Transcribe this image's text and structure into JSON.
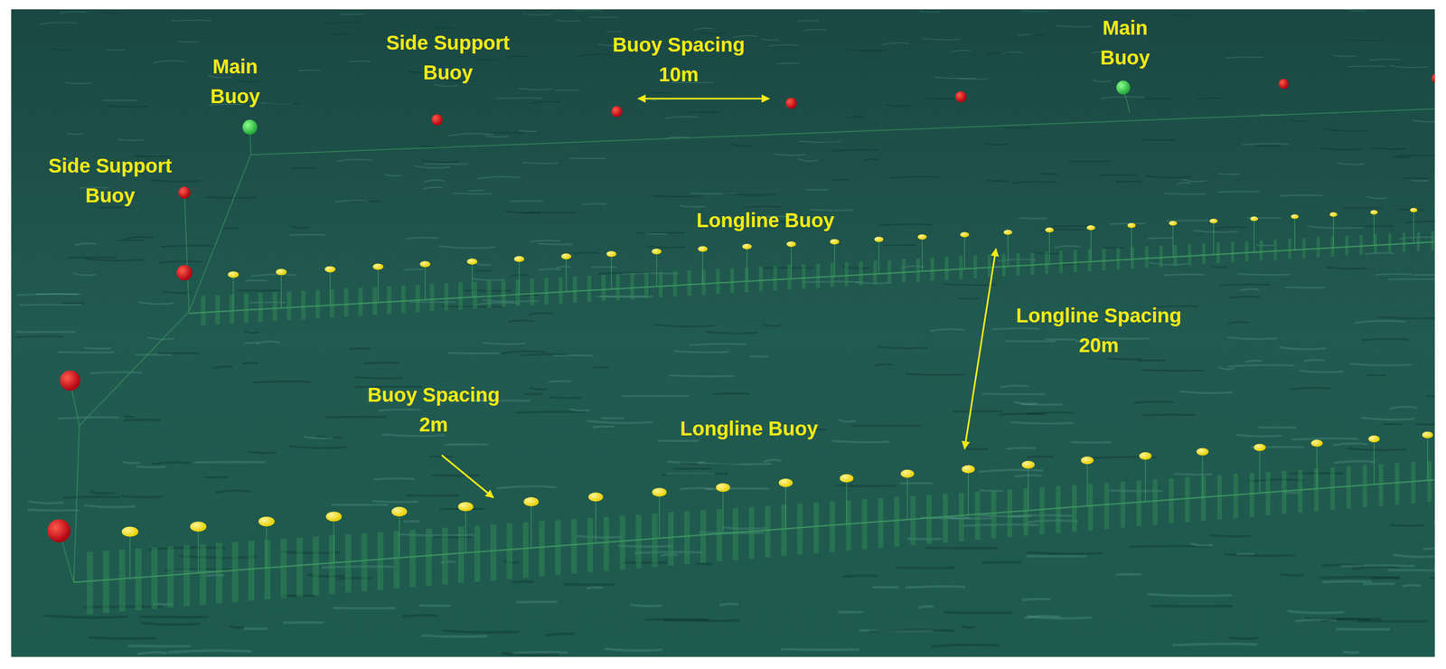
{
  "diagram": {
    "labels": [
      "Main Buoy",
      "Side Support Buoy",
      "Buoy Spacing 10m",
      "Main Buoy",
      "Side Support Buoy",
      "Longline Buoy",
      "Longline Spacing 20m",
      "Buoy Spacing 2m",
      "Longline Buoy"
    ]
  }
}
